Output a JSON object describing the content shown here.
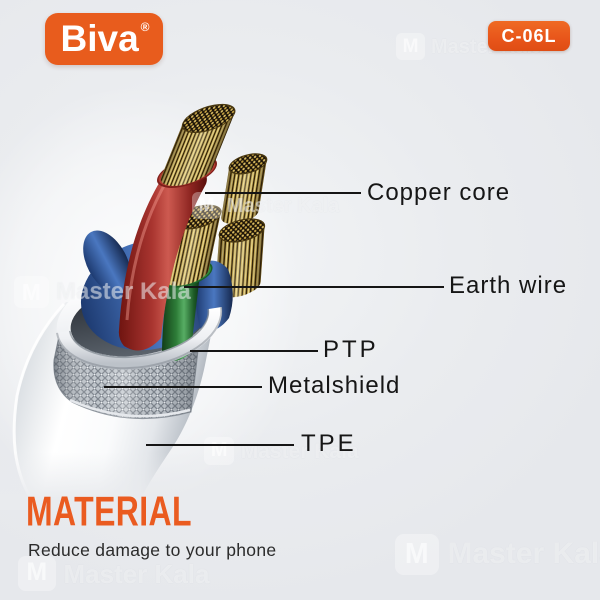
{
  "brand": {
    "name": "Biva",
    "registered_mark": "®",
    "model_code": "C-06L"
  },
  "diagram": {
    "labels": [
      {
        "id": "copper-core",
        "text": "Copper core"
      },
      {
        "id": "earth-wire",
        "text": "Earth wire"
      },
      {
        "id": "ptp",
        "text": "PTP"
      },
      {
        "id": "metalshield",
        "text": "Metalshield"
      },
      {
        "id": "tpe",
        "text": "TPE"
      }
    ]
  },
  "footer": {
    "heading": "MATERIAL",
    "tagline": "Reduce damage to your phone"
  },
  "watermark": {
    "text": "Master Kala",
    "icon_letter": "M"
  },
  "colors": {
    "accent_orange": "#E85C1D",
    "heading_orange": "#EA5B20",
    "background": "#E9EBEE",
    "label_text": "#161616",
    "wire_red": "#B23A32",
    "wire_green": "#2F8A3C",
    "wire_blue": "#3A66AE",
    "copper_gold": "#C9A94F",
    "shield_silver": "#B6BCC2",
    "jacket_white": "#F7F9FA"
  }
}
